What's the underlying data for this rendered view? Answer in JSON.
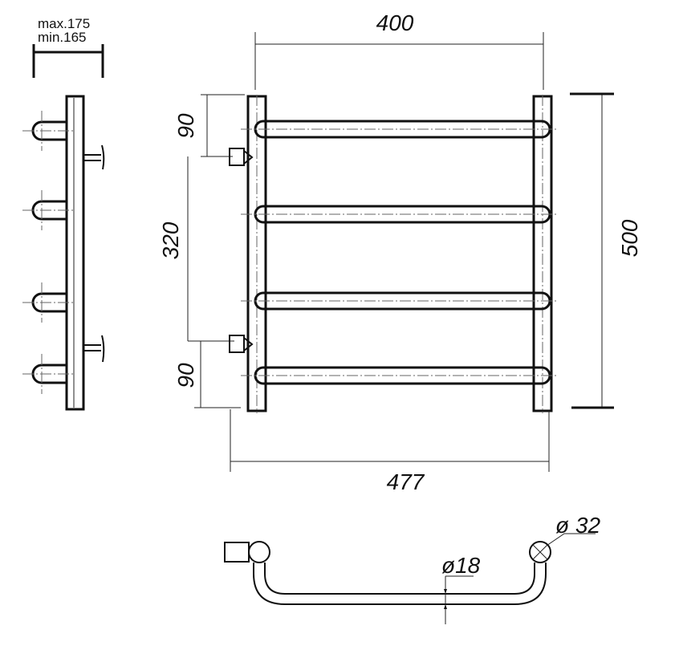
{
  "side_view": {
    "depth_max": "max.175",
    "depth_min": "min.165"
  },
  "front_view": {
    "width_axis": "400",
    "height_total": "500",
    "top_offset": "90",
    "connection_spacing": "320",
    "bottom_offset": "90",
    "overall_width": "477"
  },
  "top_view": {
    "post_diameter": "ø 32",
    "bar_diameter": "ø18"
  }
}
